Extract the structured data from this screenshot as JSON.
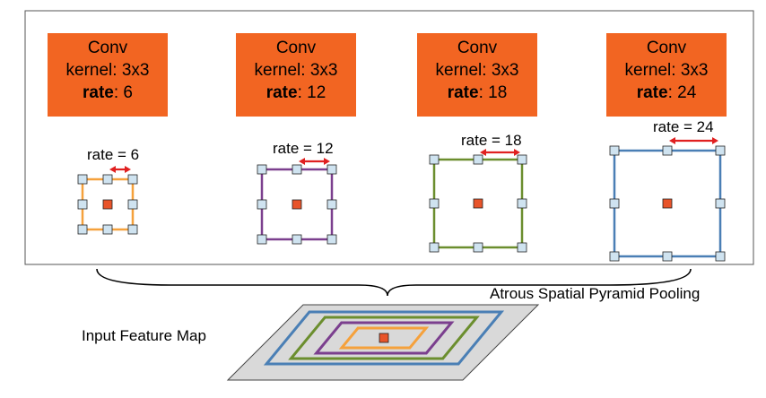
{
  "branches": [
    {
      "title": "Conv",
      "kernel_key": "kernel",
      "kernel_val": "3x3",
      "rate_key": "rate",
      "rate_val": "6",
      "rate_label": "rate = 6",
      "frame_color": "#f5a13c"
    },
    {
      "title": "Conv",
      "kernel_key": "kernel",
      "kernel_val": "3x3",
      "rate_key": "rate",
      "rate_val": "12",
      "rate_label": "rate = 12",
      "frame_color": "#7b3f8e"
    },
    {
      "title": "Conv",
      "kernel_key": "kernel",
      "kernel_val": "3x3",
      "rate_key": "rate",
      "rate_val": "18",
      "rate_label": "rate = 18",
      "frame_color": "#6b8e2e"
    },
    {
      "title": "Conv",
      "kernel_key": "kernel",
      "kernel_val": "3x3",
      "rate_key": "rate",
      "rate_val": "24",
      "rate_label": "rate = 24",
      "frame_color": "#4a7fb5"
    }
  ],
  "aspp_label": "Atrous Spatial Pyramid Pooling",
  "input_label": "Input Feature Map",
  "colors": {
    "conv_box": "#f26522",
    "center_cell": "#e8542a",
    "tap_cell": "#cfe3f0",
    "arrow": "#e02020",
    "map_fill": "#d9d9d9"
  }
}
